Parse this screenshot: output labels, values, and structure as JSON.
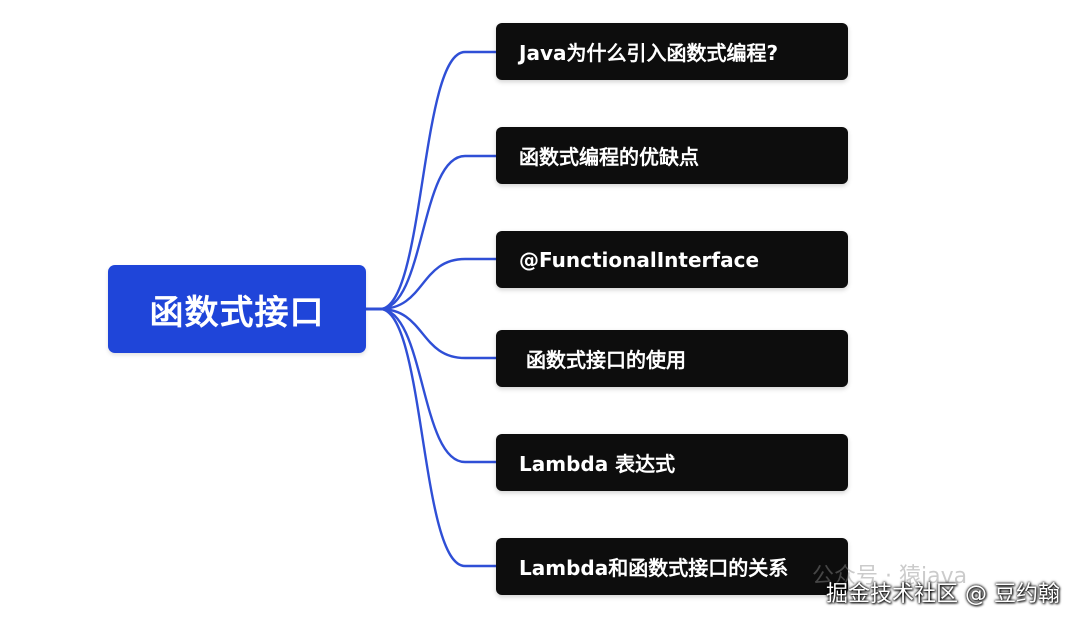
{
  "mindmap": {
    "root": {
      "label": "函数式接口",
      "color": "#1f45d9"
    },
    "branches": [
      {
        "label": "Java为什么引入函数式编程?"
      },
      {
        "label": "函数式编程的优缺点"
      },
      {
        "label": "@FunctionalInterface"
      },
      {
        "label": " 函数式接口的使用"
      },
      {
        "label": "Lambda 表达式"
      },
      {
        "label": "Lambda和函数式接口的关系"
      }
    ],
    "connector_color": "#2f4fd6",
    "node_color": "#0d0d0d"
  },
  "watermark": {
    "ghost_text": "公众号 · 猿java",
    "text": "掘金技术社区 @ 豆约翰"
  }
}
